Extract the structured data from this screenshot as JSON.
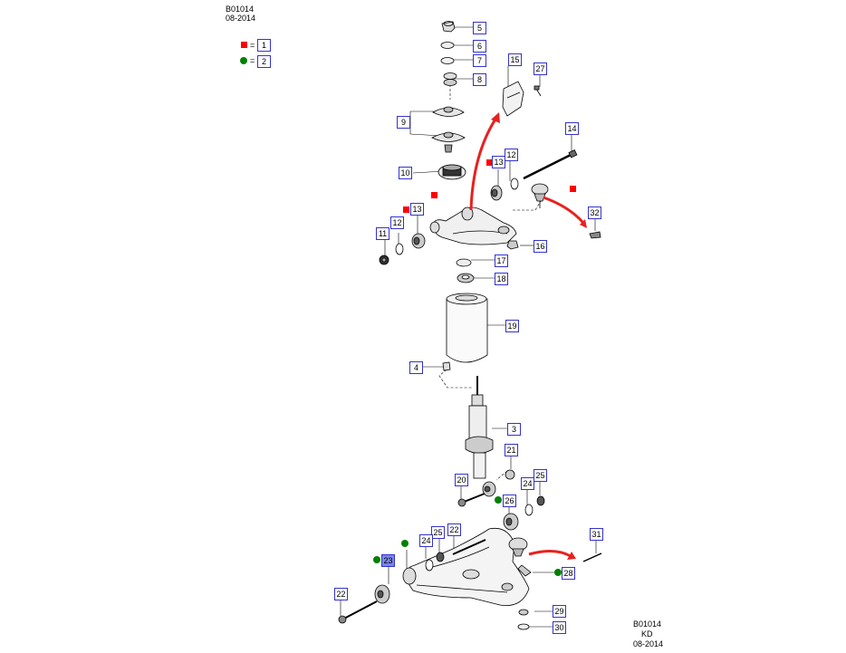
{
  "header": {
    "code": "B01014",
    "date": "08-2014"
  },
  "legend": [
    {
      "marker": "red-square",
      "label": "1",
      "color": "#ff0000"
    },
    {
      "marker": "green-dot",
      "label": "2",
      "color": "#008000"
    }
  ],
  "callouts": {
    "c3": "3",
    "c4": "4",
    "c5": "5",
    "c6": "6",
    "c7": "7",
    "c8": "8",
    "c9": "9",
    "c10": "10",
    "c11": "11",
    "c12a": "12",
    "c12b": "12",
    "c13a": "13",
    "c13b": "13",
    "c14": "14",
    "c15": "15",
    "c16": "16",
    "c17": "17",
    "c18": "18",
    "c19": "19",
    "c20": "20",
    "c21": "21",
    "c22a": "22",
    "c22b": "22",
    "c23": "23",
    "c24a": "24",
    "c24b": "24",
    "c25a": "25",
    "c25b": "25",
    "c26": "26",
    "c27": "27",
    "c28": "28",
    "c29": "29",
    "c30": "30",
    "c31": "31",
    "c32": "32"
  },
  "footer": {
    "code": "B01014",
    "region": "KD",
    "date": "08-2014"
  },
  "colors": {
    "callout_border": "#3333cc",
    "arrow": "#e8211f",
    "selected_fill": "#7b86e8"
  }
}
